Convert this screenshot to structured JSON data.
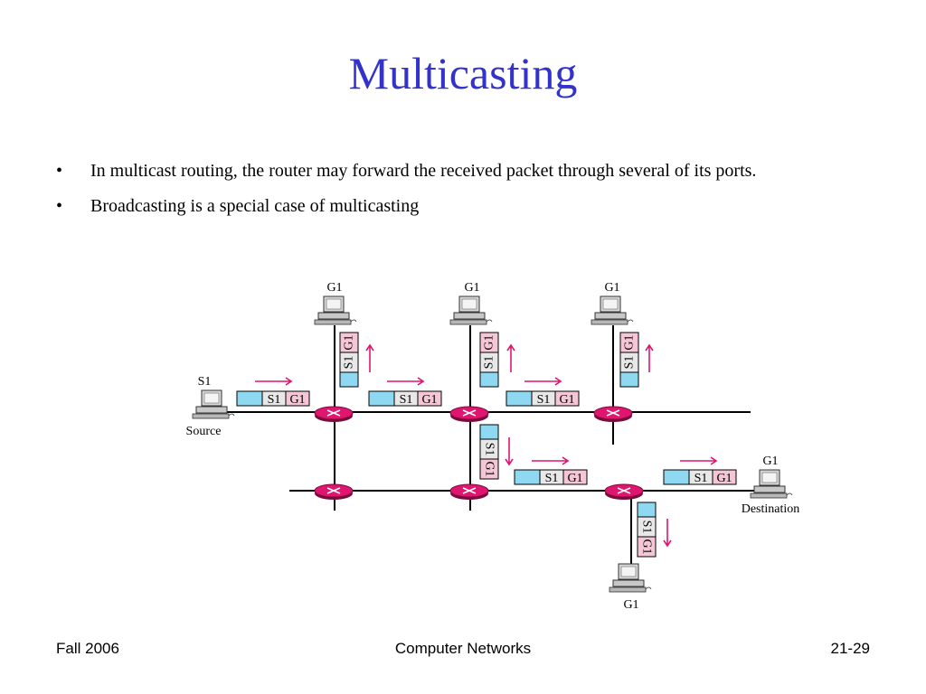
{
  "title": "Multicasting",
  "bullets": [
    "In multicast routing, the router may forward the received packet through several of its ports.",
    "Broadcasting is a special case of multicasting"
  ],
  "bullet_symbol": "•",
  "diagram": {
    "group_label": "G1",
    "source_host": "S1",
    "source_caption": "Source",
    "destination_caption": "Destination",
    "packet_source": "S1",
    "packet_group": "G1",
    "colors": {
      "packet_header": "#8fd8f2",
      "packet_source": "#e8e8e8",
      "packet_group": "#f4c6d6",
      "arrow": "#e0156f",
      "router": "#e0156f",
      "line": "#000000"
    }
  },
  "footer": {
    "left": "Fall 2006",
    "center": "Computer Networks",
    "right": "21-29"
  }
}
